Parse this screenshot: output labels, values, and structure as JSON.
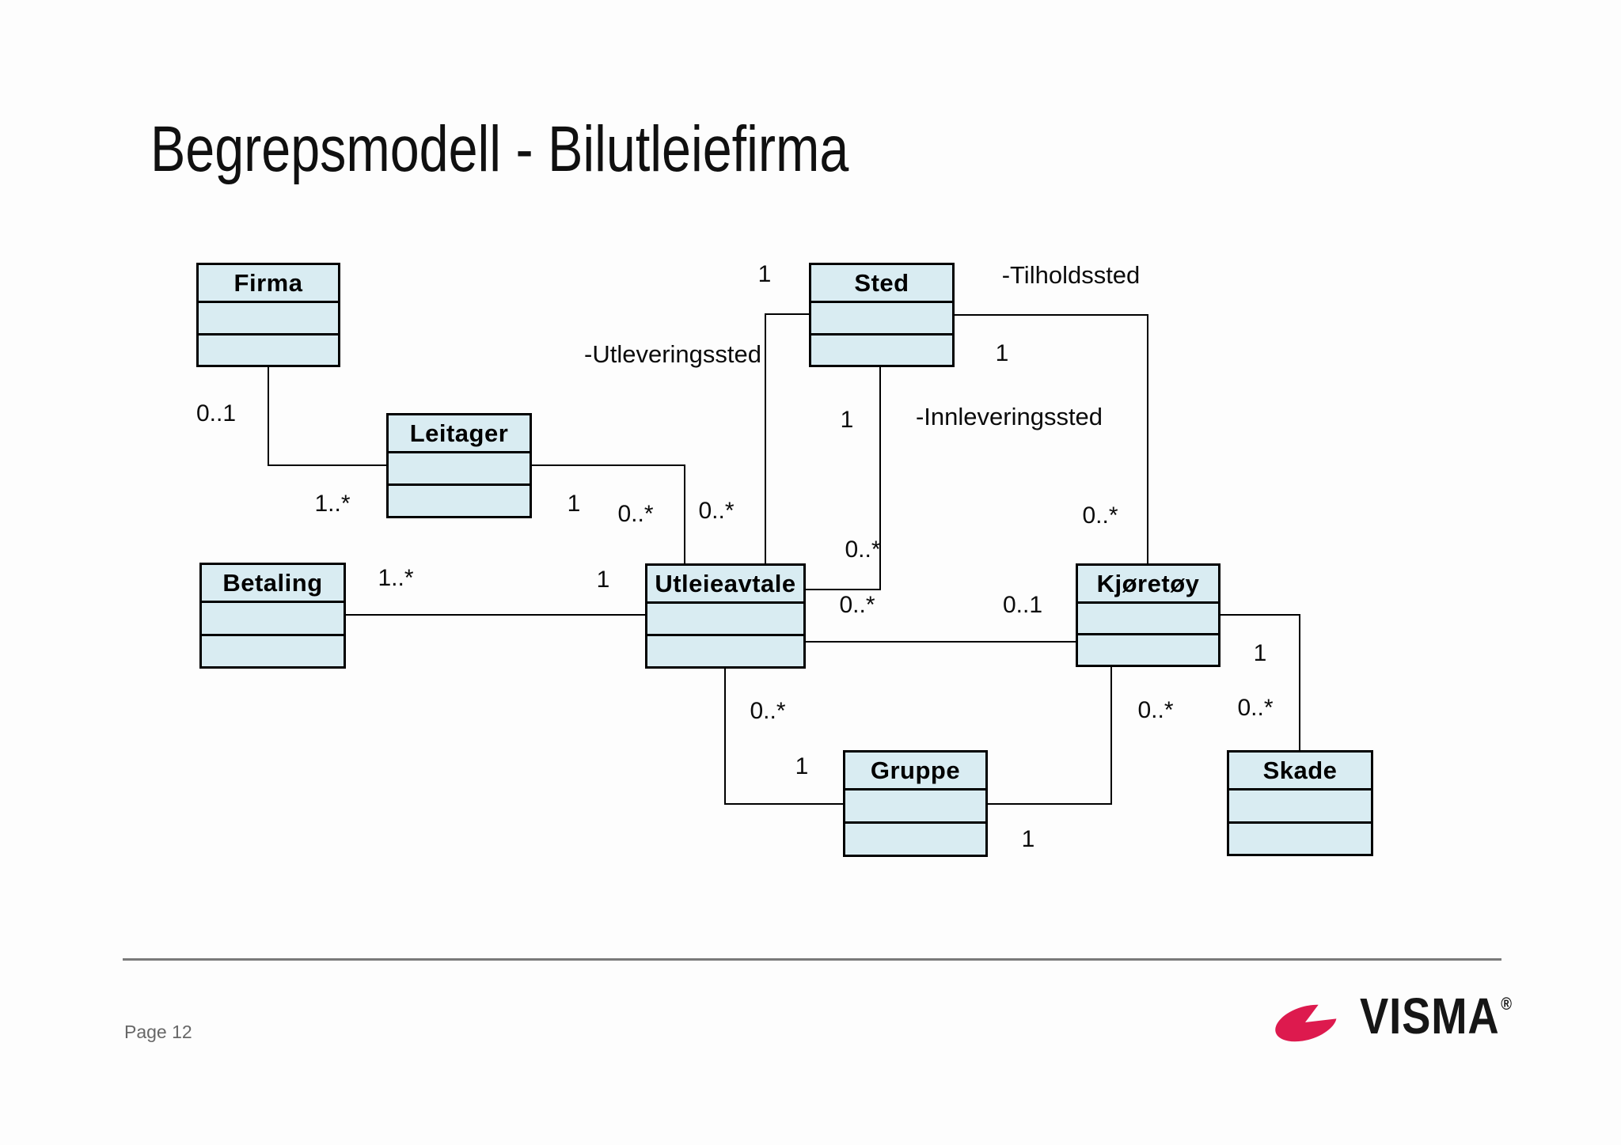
{
  "slide": {
    "title": "Begrepsmodell - Bilutleiefirma"
  },
  "classes": [
    {
      "name": "Firma"
    },
    {
      "name": "Leitager"
    },
    {
      "name": "Sted"
    },
    {
      "name": "Betaling"
    },
    {
      "name": "Utleieavtale"
    },
    {
      "name": "Kjøretøy"
    },
    {
      "name": "Gruppe"
    },
    {
      "name": "Skade"
    }
  ],
  "associations": [
    {
      "between": [
        "Firma",
        "Leitager"
      ],
      "name": "",
      "ends": [
        {
          "class": "Firma",
          "mult": "0..1"
        },
        {
          "class": "Leitager",
          "mult": "1..*"
        }
      ]
    },
    {
      "between": [
        "Leitager",
        "Utleieavtale"
      ],
      "name": "",
      "ends": [
        {
          "class": "Leitager",
          "mult": "1"
        },
        {
          "class": "Utleieavtale",
          "mult": "0..*"
        }
      ]
    },
    {
      "between": [
        "Betaling",
        "Utleieavtale"
      ],
      "name": "",
      "ends": [
        {
          "class": "Betaling",
          "mult": "1..*"
        },
        {
          "class": "Utleieavtale",
          "mult": "1"
        }
      ]
    },
    {
      "between": [
        "Sted",
        "Utleieavtale"
      ],
      "name": "-Utleveringssted",
      "ends": [
        {
          "class": "Sted",
          "mult": "1"
        },
        {
          "class": "Utleieavtale",
          "mult": "0..*"
        }
      ]
    },
    {
      "between": [
        "Sted",
        "Utleieavtale"
      ],
      "name": "-Innleveringssted",
      "ends": [
        {
          "class": "Sted",
          "mult": "1"
        },
        {
          "class": "Utleieavtale",
          "mult": "0..*"
        }
      ]
    },
    {
      "between": [
        "Sted",
        "Kjøretøy"
      ],
      "name": "-Tilholdssted",
      "ends": [
        {
          "class": "Sted",
          "mult": "1"
        },
        {
          "class": "Kjøretøy",
          "mult": "0..*"
        }
      ]
    },
    {
      "between": [
        "Utleieavtale",
        "Kjøretøy"
      ],
      "name": "",
      "ends": [
        {
          "class": "Utleieavtale",
          "mult": "0..*"
        },
        {
          "class": "Kjøretøy",
          "mult": "0..1"
        }
      ]
    },
    {
      "between": [
        "Utleieavtale",
        "Gruppe"
      ],
      "name": "",
      "ends": [
        {
          "class": "Utleieavtale",
          "mult": "0..*"
        },
        {
          "class": "Gruppe",
          "mult": "1"
        }
      ]
    },
    {
      "between": [
        "Kjøretøy",
        "Gruppe"
      ],
      "name": "",
      "ends": [
        {
          "class": "Kjøretøy",
          "mult": "0..*"
        },
        {
          "class": "Gruppe",
          "mult": "1"
        }
      ]
    },
    {
      "between": [
        "Kjøretøy",
        "Skade"
      ],
      "name": "",
      "ends": [
        {
          "class": "Kjøretøy",
          "mult": "1"
        },
        {
          "class": "Skade",
          "mult": "0..*"
        }
      ]
    }
  ],
  "footer": {
    "page": "Page 12",
    "brand": "VISMA",
    "registered": "®"
  },
  "colors": {
    "bg": "#fdfdfd",
    "class_fill": "#d9ecf2",
    "line": "#000000",
    "brand_pink": "#dd1a4e",
    "footer_gray": "#7a7a7a"
  }
}
